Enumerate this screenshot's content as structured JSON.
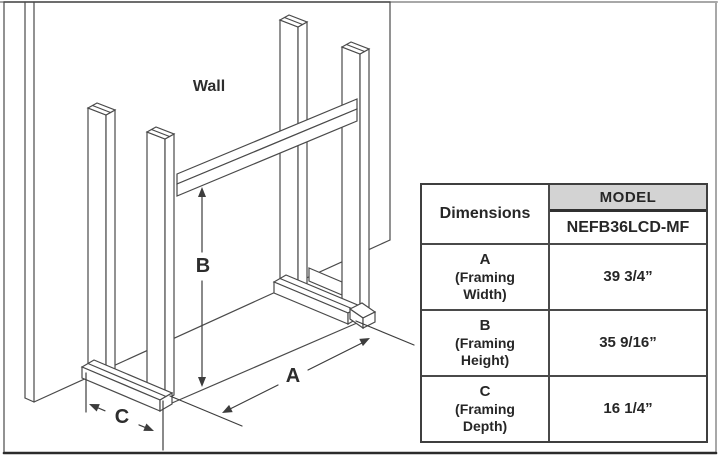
{
  "figure": {
    "wall_label": "Wall",
    "dim_labels": {
      "a": "A",
      "b": "B",
      "c": "C"
    }
  },
  "table": {
    "dimensions_header": "Dimensions",
    "model_header": "MODEL",
    "model_number": "NEFB36LCD-MF",
    "rows": [
      {
        "letter": "A",
        "name_line1": "(Framing",
        "name_line2": "Width)",
        "value": "39 3/4”"
      },
      {
        "letter": "B",
        "name_line1": "(Framing",
        "name_line2": "Height)",
        "value": "35 9/16”"
      },
      {
        "letter": "C",
        "name_line1": "(Framing",
        "name_line2": "Depth)",
        "value": "16 1/4”"
      }
    ]
  },
  "colors": {
    "diagram_line": "#4a4a4a",
    "table_border": "#3f3f3f",
    "model_header_bg": "#d3d3d3",
    "text": "#262626"
  }
}
